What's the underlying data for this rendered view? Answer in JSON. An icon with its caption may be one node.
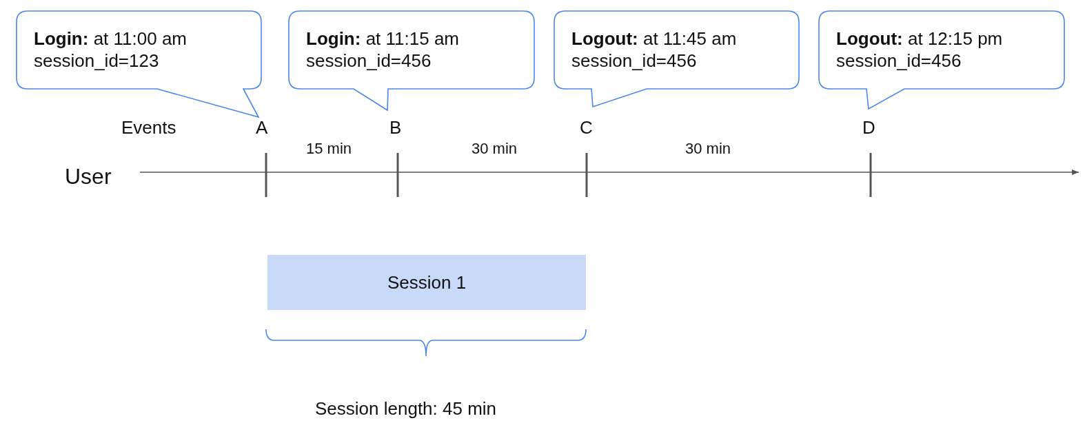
{
  "diagram": {
    "nodes": [
      {
        "text": [
          "**Login:** at 11:00 am",
          "session_id=123"
        ]
      },
      {
        "text": [
          "**Login:** at 11:15 am",
          "session_id=456"
        ]
      },
      {
        "text": [
          "**Logout:** at 11:45 am",
          "session_id=456"
        ]
      },
      {
        "text": [
          "**Logout:** at 12:15 pm",
          "session_id=456"
        ]
      },
      {
        "text": [
          "Session 1"
        ]
      }
    ],
    "edges": [],
    "labels": [
      "Events",
      "A",
      "B",
      "C",
      "D",
      "15 min",
      "30 min",
      "30 min",
      "User",
      "Session length: 45 min"
    ]
  }
}
